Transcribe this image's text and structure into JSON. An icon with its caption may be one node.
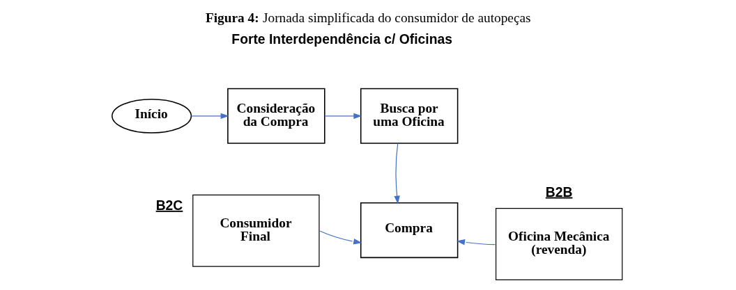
{
  "diagram": {
    "title": "**Figura 4:** Jornada simplificada do consumidor de autopeças",
    "nodes": [
      {
        "text": [
          "Início"
        ]
      },
      {
        "text": [
          "Consideração da Compra"
        ]
      },
      {
        "text": [
          "Busca por uma Oficina"
        ]
      },
      {
        "text": [
          "Consumidor Final"
        ],
        "beside": [
          "B2C"
        ]
      },
      {
        "text": [
          "Compra"
        ]
      },
      {
        "text": [
          "Oficina Mecânica (revenda)"
        ],
        "beside": [
          "B2B"
        ]
      }
    ],
    "edges": [
      {
        "from": 0,
        "to": 1,
        "arrow": "to"
      },
      {
        "from": 1,
        "to": 2,
        "arrow": "to"
      },
      {
        "from": 2,
        "to": 4,
        "arrow": "to"
      },
      {
        "from": 3,
        "to": 4,
        "arrow": "to"
      },
      {
        "from": 5,
        "to": 4,
        "arrow": "to"
      }
    ],
    "labels": [
      "Forte Interdependência c/ Oficinas"
    ]
  }
}
